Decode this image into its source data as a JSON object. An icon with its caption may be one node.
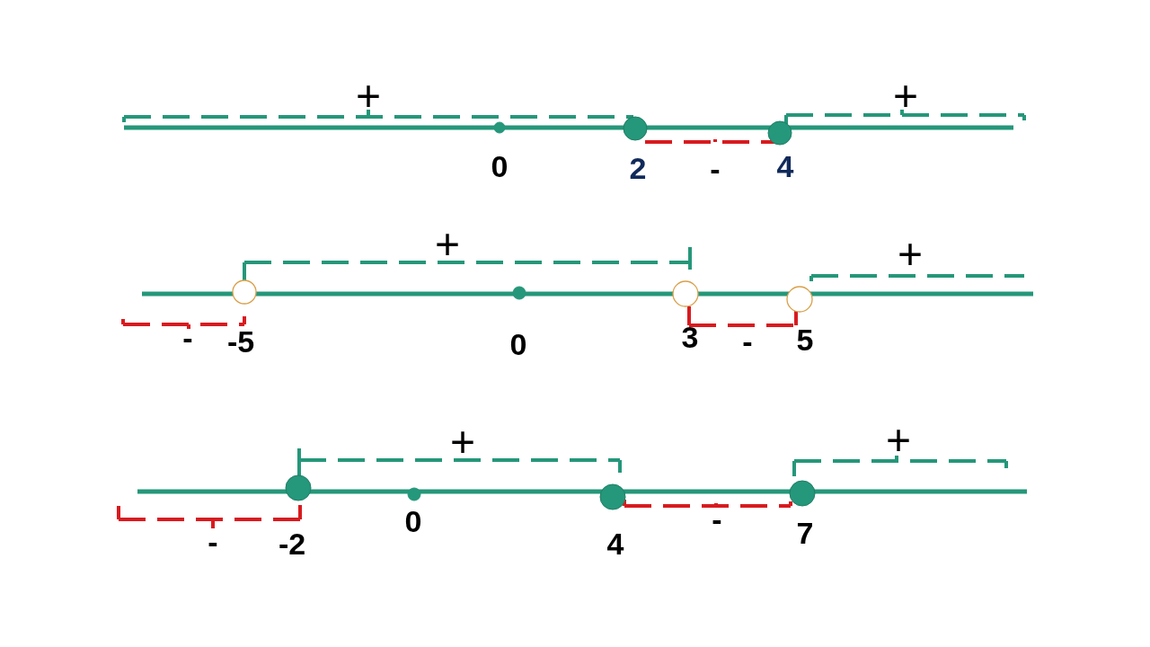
{
  "diagram": {
    "labels": [
      "+",
      "+",
      "0",
      "2",
      "-",
      "4",
      "+",
      "+",
      "-",
      "-5",
      "0",
      "3",
      "-",
      "5",
      "+",
      "+",
      "-",
      "-2",
      "0",
      "4",
      "-",
      "7"
    ]
  }
}
